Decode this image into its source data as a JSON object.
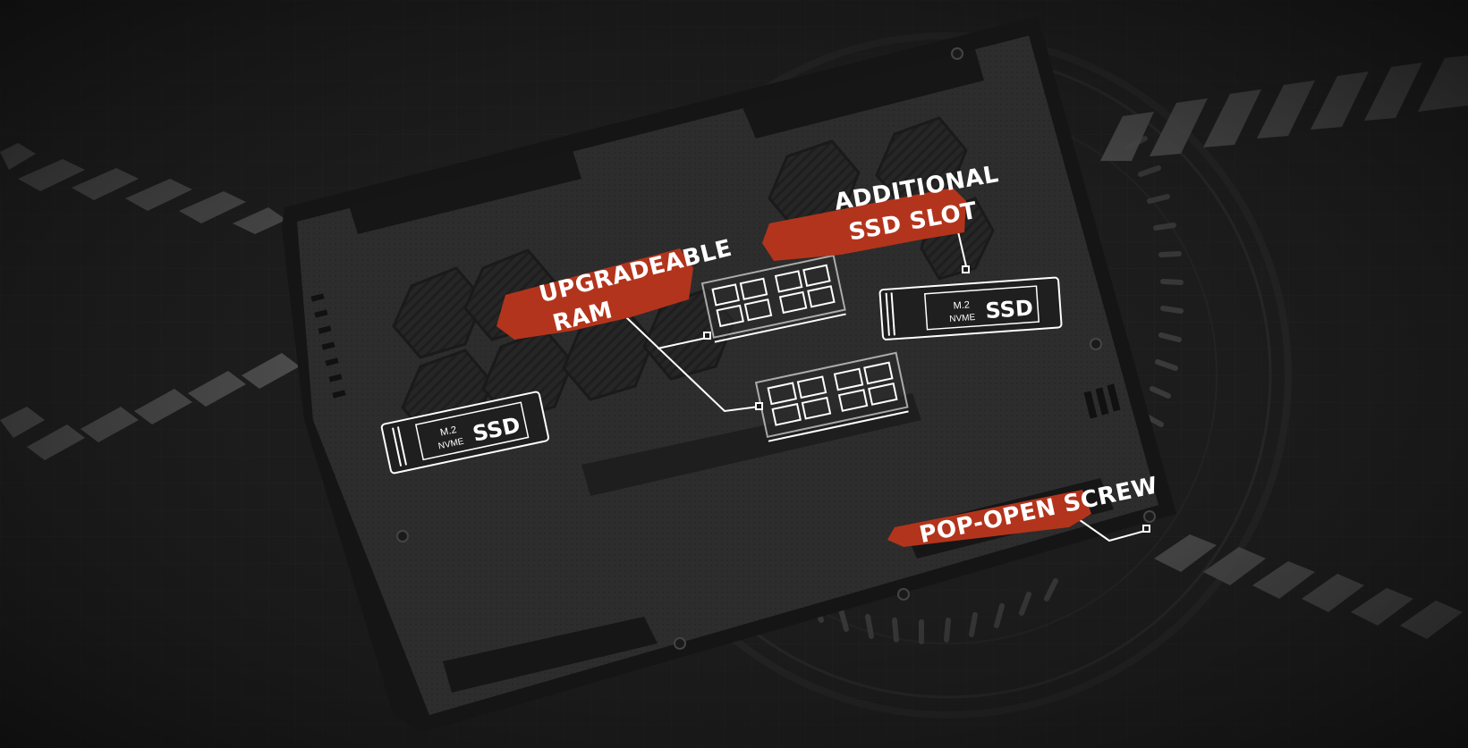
{
  "callouts": {
    "ram": {
      "line1": "UPGRADEABLE",
      "line2": "RAM"
    },
    "additional_ssd": {
      "line1": "ADDITIONAL",
      "line2": "SSD SLOT"
    },
    "screw": {
      "line1": "POP-OPEN SCREW"
    }
  },
  "ssd_cards": {
    "left": {
      "small1": "M.2",
      "small2": "NVME",
      "big": "SSD"
    },
    "right": {
      "small1": "M.2",
      "small2": "NVME",
      "big": "SSD"
    }
  },
  "colors": {
    "accent_red": "#b3341c",
    "background": "#1a1a1a",
    "chassis": "#2b2b2b",
    "line": "#ffffff"
  }
}
